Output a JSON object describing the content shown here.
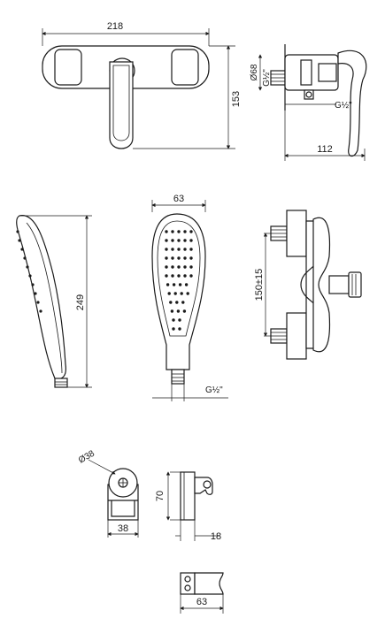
{
  "drawing": {
    "mixer": {
      "front_width": "218",
      "front_height": "153",
      "side_diameter": "Ø68",
      "side_thread_top": "G½\"",
      "side_thread_bottom": "G½\"",
      "side_depth": "112",
      "center_distance": "150±15"
    },
    "hand_shower": {
      "length": "249",
      "head_width": "63",
      "thread": "G½\""
    },
    "holder": {
      "diameter": "Ø38",
      "width": "38",
      "height": "70",
      "depth": "18",
      "bottom_width": "63"
    }
  }
}
